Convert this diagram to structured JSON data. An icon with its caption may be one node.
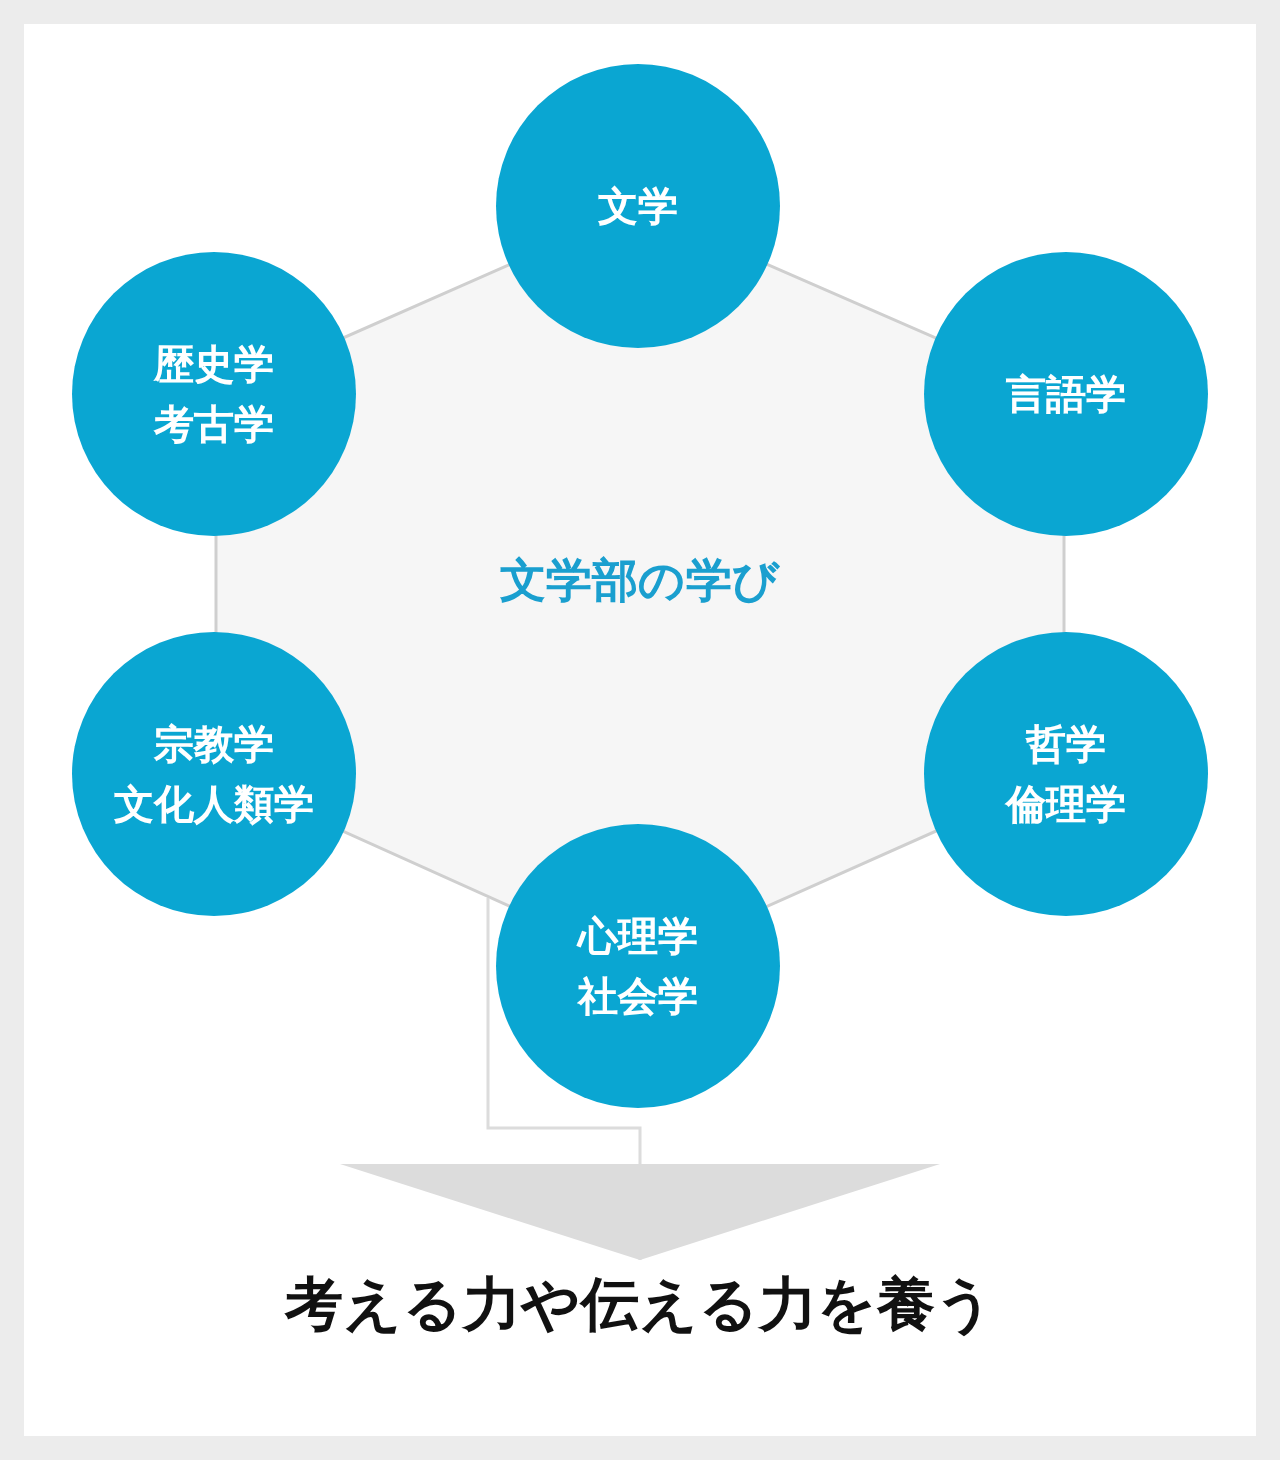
{
  "diagram": {
    "nodes": [
      {
        "text": [
          "文学部の学び"
        ]
      },
      {
        "text": [
          "文学"
        ]
      },
      {
        "text": [
          "言語学"
        ]
      },
      {
        "text": [
          "哲学",
          "倫理学"
        ]
      },
      {
        "text": [
          "心理学",
          "社会学"
        ]
      },
      {
        "text": [
          "宗教学",
          "文化人類学"
        ]
      },
      {
        "text": [
          "歴史学",
          "考古学"
        ]
      },
      {
        "text": [
          "考える力や伝える力を養う"
        ]
      }
    ],
    "edges": [
      {
        "from": 0,
        "to": 7,
        "arrow": "to"
      }
    ]
  }
}
